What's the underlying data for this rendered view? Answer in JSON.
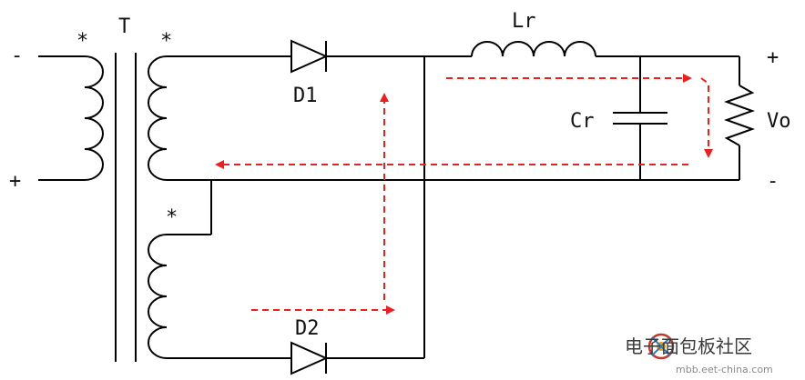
{
  "labels": {
    "transformer": "T",
    "diode_top": "D1",
    "diode_bottom": "D2",
    "inductor": "Lr",
    "capacitor": "Cr",
    "output": "Vo",
    "primary_neg": "-",
    "primary_pos": "+",
    "output_pos": "+",
    "output_neg": "-",
    "dot_primary": "*",
    "dot_secondary_top": "*",
    "dot_secondary_bottom": "*"
  },
  "watermark": {
    "text": "电子面包板社区",
    "url": "mbb.eet-china.com"
  },
  "colors": {
    "wire": "#000000",
    "current_path": "#e8201f"
  }
}
